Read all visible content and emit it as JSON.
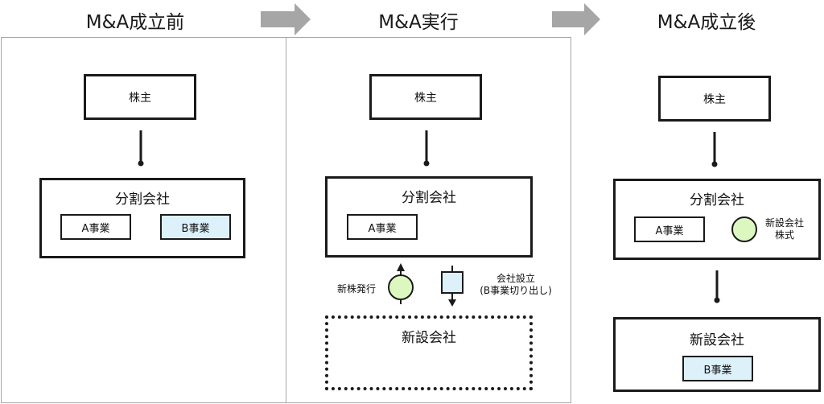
{
  "stages": [
    {
      "title": "M&A成立前"
    },
    {
      "title": "M&A実行"
    },
    {
      "title": "M&A成立後"
    }
  ],
  "before": {
    "shareholder": "株主",
    "company": "分割会社",
    "business_a": "A事業",
    "business_b": "B事業"
  },
  "execution": {
    "shareholder": "株主",
    "company": "分割会社",
    "business_a": "A事業",
    "new_share_issue": "新株発行",
    "company_setup_line1": "会社設立",
    "company_setup_line2": "(B事業切り出し)",
    "new_company": "新設会社"
  },
  "after": {
    "shareholder": "株主",
    "company": "分割会社",
    "business_a": "A事業",
    "new_company_shares_line1": "新設会社",
    "new_company_shares_line2": "株式",
    "new_company": "新設会社",
    "business_b": "B事業"
  },
  "colors": {
    "border": "#1a1a1a",
    "panel_border": "#a6a6a6",
    "arrow_gray": "#a6a6a6",
    "business_blue": "#ddf1fb",
    "share_green": "#ddf7c0"
  }
}
